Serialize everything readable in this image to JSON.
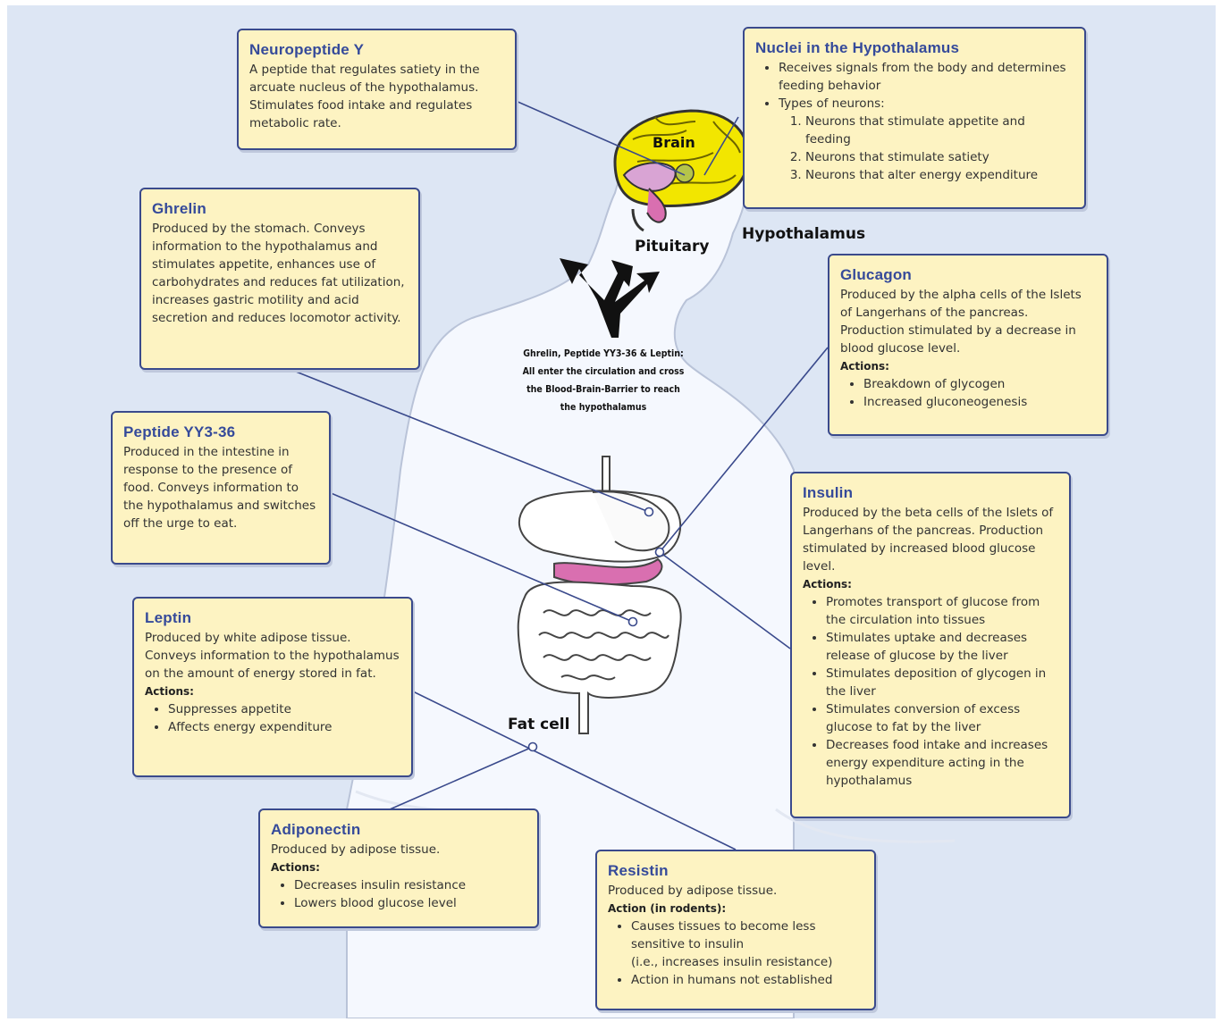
{
  "labels": {
    "brain": "Brain",
    "pituitary": "Pituitary",
    "hypothalamus": "Hypothalamus",
    "fat_cell": "Fat cell"
  },
  "center_note": "Ghrelin, Peptide YY3-36 & Leptin: All enter the circulation and cross the Blood-Brain-Barrier to reach the hypothalamus",
  "neuropeptide_y": {
    "title": "Neuropeptide Y",
    "text": "A peptide that regulates satiety in the arcuate nucleus of the hypothalamus. Stimulates food intake and regulates metabolic rate."
  },
  "nuclei": {
    "title": "Nuclei in the Hypothalamus",
    "bullet1": "Receives signals from the body and determines feeding behavior",
    "bullet2": "Types of neurons:",
    "neurons": [
      "Neurons that stimulate appetite and feeding",
      "Neurons that stimulate satiety",
      "Neurons that alter energy expenditure"
    ]
  },
  "ghrelin": {
    "title": "Ghrelin",
    "text": "Produced by the stomach.  Conveys information to the hypothalamus and stimulates appetite, enhances use of carbohydrates and reduces fat utilization, increases gastric motility and acid secretion and reduces locomotor activity."
  },
  "glucagon": {
    "title": "Glucagon",
    "text": "Produced by the alpha cells of the Islets of Langerhans of the pancreas. Production stimulated by a decrease in blood glucose level.",
    "actions_label": "Actions:",
    "actions": [
      "Breakdown of glycogen",
      "Increased gluconeogenesis"
    ]
  },
  "peptide_yy": {
    "title": "Peptide YY3-36",
    "text": "Produced in the intestine in response to the presence of food.  Conveys information to the hypothalamus and switches off the urge to eat."
  },
  "insulin": {
    "title": "Insulin",
    "text": "Produced by the beta cells of the Islets of Langerhans of the pancreas. Production stimulated by increased blood glucose level.",
    "actions_label": "Actions:",
    "actions": [
      "Promotes transport of glucose from the circulation into tissues",
      "Stimulates uptake and decreases release of glucose by the liver",
      "Stimulates deposition of glycogen in the liver",
      "Stimulates conversion of excess glucose to fat by the liver",
      "Decreases food intake and increases energy expenditure acting in the hypothalamus"
    ]
  },
  "leptin": {
    "title": "Leptin",
    "text": "Produced by white adipose tissue. Conveys information to the hypothalamus on the amount of energy stored in fat.",
    "actions_label": "Actions:",
    "actions": [
      "Suppresses appetite",
      "Affects energy expenditure"
    ]
  },
  "adiponectin": {
    "title": "Adiponectin",
    "text": "Produced by adipose tissue.",
    "actions_label": "Actions:",
    "actions": [
      "Decreases insulin resistance",
      "Lowers blood glucose level"
    ]
  },
  "resistin": {
    "title": "Resistin",
    "text": "Produced by adipose tissue.",
    "actions_label": "Action (in rodents):",
    "action1": "Causes tissues to become less sensitive to insulin",
    "action1_note": "(i.e., increases insulin resistance)",
    "action2": "Action in humans not established"
  },
  "colors": {
    "background": "#dde6f4",
    "box_fill": "#fdf3c2",
    "box_border": "#3a4a8c",
    "title": "#354a9a",
    "brain": "#f2e600",
    "pink": "#d96fb0"
  }
}
